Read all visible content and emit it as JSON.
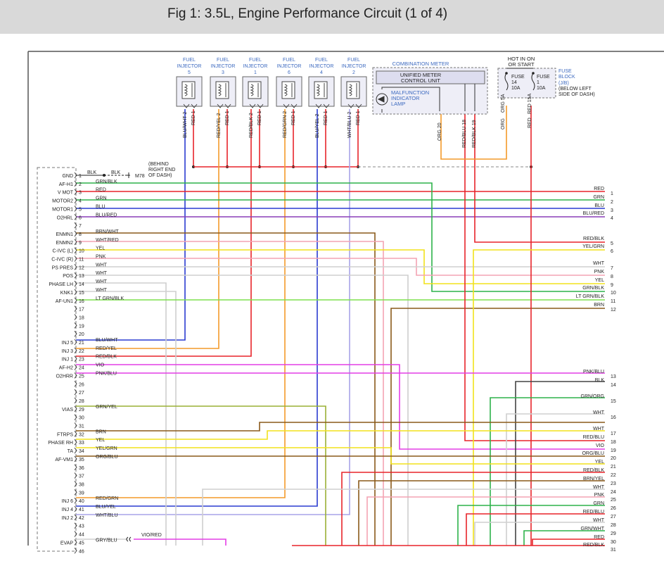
{
  "header": {
    "title": "Fig 1: 3.5L, Engine Performance Circuit (1 of 4)"
  },
  "injectors": [
    {
      "line1": "FUEL",
      "line2": "INJECTOR",
      "num": "5",
      "wire_a": "BLU/WHT 2",
      "wire_b": "RED 1"
    },
    {
      "line1": "FUEL",
      "line2": "INJECTOR",
      "num": "3",
      "wire_a": "RED/YEL 2",
      "wire_b": "RED 1"
    },
    {
      "line1": "FUEL",
      "line2": "INJECTOR",
      "num": "1",
      "wire_a": "RED/BLK 2",
      "wire_b": "RED 1"
    },
    {
      "line1": "FUEL",
      "line2": "INJECTOR",
      "num": "6",
      "wire_a": "RED/GRN 2",
      "wire_b": "RED 1"
    },
    {
      "line1": "FUEL",
      "line2": "INJECTOR",
      "num": "4",
      "wire_a": "BLU/YEL 2",
      "wire_b": "RED 1"
    },
    {
      "line1": "FUEL",
      "line2": "INJECTOR",
      "num": "2",
      "wire_a": "WHT/BLU 2",
      "wire_b": "RED 1"
    }
  ],
  "meter": {
    "title": "COMBINATION METER",
    "unit_line1": "UNIFIED METER",
    "unit_line2": "CONTROL UNIT",
    "mil_line1": "MALFUNCTION",
    "mil_line2": "INDICATOR",
    "mil_line3": "LAMP",
    "wires": [
      "ORG 20",
      "RED/BLU 18",
      "RED/BLK 19"
    ]
  },
  "fuse": {
    "hot1": "HOT IN ON",
    "hot2": "OR START",
    "fuse_a": [
      "FUSE",
      "14",
      "10A"
    ],
    "fuse_b": [
      "FUSE",
      "1",
      "10A"
    ],
    "block": [
      "FUSE",
      "BLOCK",
      "(J/B)",
      "(BELOW LEFT",
      "SIDE OF DASH)"
    ],
    "wires": [
      "ORG 5A",
      "RED 15A"
    ]
  },
  "behind": [
    "(BEHIND",
    "RIGHT END",
    "OF DASH)"
  ],
  "ground_wire": {
    "left": "BLK",
    "right": "BLK",
    "conn": "M78"
  },
  "pins": [
    {
      "n": "1",
      "name": "GND",
      "wire": "BLK"
    },
    {
      "n": "2",
      "name": "AF-H1",
      "wire": "GRN/BLK"
    },
    {
      "n": "3",
      "name": "V MOT",
      "wire": "RED"
    },
    {
      "n": "4",
      "name": "MOTOR2",
      "wire": "GRN"
    },
    {
      "n": "5",
      "name": "MOTOR1",
      "wire": "BLU"
    },
    {
      "n": "6",
      "name": "O2HRL",
      "wire": "BLU/RED"
    },
    {
      "n": "7",
      "name": "",
      "wire": ""
    },
    {
      "n": "8",
      "name": "ENMN1",
      "wire": "BRN/WHT"
    },
    {
      "n": "9",
      "name": "ENMN2",
      "wire": "WHT/RED"
    },
    {
      "n": "10",
      "name": "C-IVC (L)",
      "wire": "YEL"
    },
    {
      "n": "11",
      "name": "C-IVC (R)",
      "wire": "PNK"
    },
    {
      "n": "12",
      "name": "PS PRES",
      "wire": "WHT"
    },
    {
      "n": "13",
      "name": "POS",
      "wire": "WHT"
    },
    {
      "n": "14",
      "name": "PHASE LH",
      "wire": "WHT"
    },
    {
      "n": "15",
      "name": "KNK1",
      "wire": "WHT"
    },
    {
      "n": "16",
      "name": "AF-UN1",
      "wire": "LT GRN/BLK"
    },
    {
      "n": "17",
      "name": "",
      "wire": ""
    },
    {
      "n": "18",
      "name": "",
      "wire": ""
    },
    {
      "n": "19",
      "name": "",
      "wire": ""
    },
    {
      "n": "20",
      "name": "",
      "wire": ""
    },
    {
      "n": "21",
      "name": "INJ 5",
      "wire": "BLU/WHT"
    },
    {
      "n": "22",
      "name": "INJ 3",
      "wire": "RED/YEL"
    },
    {
      "n": "23",
      "name": "INJ 1",
      "wire": "RED/BLK"
    },
    {
      "n": "24",
      "name": "AF-H2",
      "wire": "VIO"
    },
    {
      "n": "25",
      "name": "O2HRR",
      "wire": "PNK/BLU"
    },
    {
      "n": "26",
      "name": "",
      "wire": ""
    },
    {
      "n": "27",
      "name": "",
      "wire": ""
    },
    {
      "n": "28",
      "name": "",
      "wire": ""
    },
    {
      "n": "29",
      "name": "VIAS",
      "wire": "GRN/YEL"
    },
    {
      "n": "30",
      "name": "",
      "wire": ""
    },
    {
      "n": "31",
      "name": "",
      "wire": ""
    },
    {
      "n": "32",
      "name": "FTRPS",
      "wire": "BRN"
    },
    {
      "n": "33",
      "name": "PHASE RH",
      "wire": "YEL"
    },
    {
      "n": "34",
      "name": "TA",
      "wire": "YEL/GRN"
    },
    {
      "n": "35",
      "name": "AF-VM1",
      "wire": "ORG/BLU"
    },
    {
      "n": "36",
      "name": "",
      "wire": ""
    },
    {
      "n": "37",
      "name": "",
      "wire": ""
    },
    {
      "n": "38",
      "name": "",
      "wire": ""
    },
    {
      "n": "39",
      "name": "",
      "wire": ""
    },
    {
      "n": "40",
      "name": "INJ 6",
      "wire": "RED/GRN"
    },
    {
      "n": "41",
      "name": "INJ 4",
      "wire": "BLU/YEL"
    },
    {
      "n": "42",
      "name": "INJ 2",
      "wire": "WHT/BLU"
    },
    {
      "n": "43",
      "name": "",
      "wire": ""
    },
    {
      "n": "44",
      "name": "",
      "wire": ""
    },
    {
      "n": "45",
      "name": "EVAP",
      "wire": "GRY/BLU"
    },
    {
      "n": "46",
      "name": "",
      "wire": ""
    }
  ],
  "evap_extra": "VIO/RED",
  "right_labels": [
    {
      "n": "1",
      "wire": "RED"
    },
    {
      "n": "2",
      "wire": "GRN"
    },
    {
      "n": "3",
      "wire": "BLU"
    },
    {
      "n": "4",
      "wire": "BLU/RED"
    },
    {
      "n": "5",
      "wire": "RED/BLK"
    },
    {
      "n": "6",
      "wire": "YEL/GRN"
    },
    {
      "n": "7",
      "wire": "WHT"
    },
    {
      "n": "8",
      "wire": "PNK"
    },
    {
      "n": "9",
      "wire": "YEL"
    },
    {
      "n": "10",
      "wire": "GRN/BLK"
    },
    {
      "n": "11",
      "wire": "LT GRN/BLK"
    },
    {
      "n": "12",
      "wire": "BRN"
    },
    {
      "n": "13",
      "wire": "PNK/BLU"
    },
    {
      "n": "14",
      "wire": "BLK"
    },
    {
      "n": "15",
      "wire": "GRN/ORG"
    },
    {
      "n": "16",
      "wire": "WHT"
    },
    {
      "n": "17",
      "wire": "WHT"
    },
    {
      "n": "18",
      "wire": "RED/BLU"
    },
    {
      "n": "19",
      "wire": "VIO"
    },
    {
      "n": "20",
      "wire": "ORG/BLU"
    },
    {
      "n": "21",
      "wire": "YEL"
    },
    {
      "n": "22",
      "wire": "RED/BLK"
    },
    {
      "n": "23",
      "wire": "BRN/YEL"
    },
    {
      "n": "24",
      "wire": "WHT"
    },
    {
      "n": "25",
      "wire": "PNK"
    },
    {
      "n": "26",
      "wire": "GRN"
    },
    {
      "n": "27",
      "wire": "RED/BLU"
    },
    {
      "n": "28",
      "wire": "WHT"
    },
    {
      "n": "29",
      "wire": "GRN/WHT"
    },
    {
      "n": "30",
      "wire": "RED"
    },
    {
      "n": "31",
      "wire": "RED/BLK"
    }
  ],
  "colors": {
    "RED": "#e8242a",
    "GRN": "#2db24a",
    "BLU": "#2a3bd0",
    "YEL": "#f2e21c",
    "PNK": "#f4a3b3",
    "WHT": "#cfcfcf",
    "BRN": "#8a5a1a",
    "VIO": "#8a3fb8",
    "ORG": "#f39a2a",
    "LTGRN": "#7fe04e",
    "MAG": "#e43ee6",
    "BLK": "#444444",
    "LAV": "#a8a3e8",
    "OLIVE": "#9ab035"
  }
}
